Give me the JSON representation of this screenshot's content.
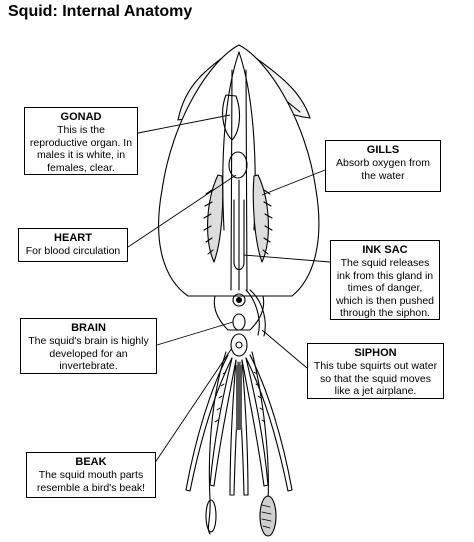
{
  "title": "Squid: Internal Anatomy",
  "labels": {
    "gonad": {
      "name": "GONAD",
      "description": "This is the reproductive organ. In males it is white, in females, clear."
    },
    "gills": {
      "name": "GILLS",
      "description": "Absorb oxygen from the water"
    },
    "heart": {
      "name": "HEART",
      "description": "For blood circulation"
    },
    "inksac": {
      "name": "INK SAC",
      "description": "The squid releases ink from this gland in times of danger, which is then pushed through the siphon."
    },
    "brain": {
      "name": "BRAIN",
      "description": "The squid's brain is highly developed for an invertebrate."
    },
    "siphon": {
      "name": "SIPHON",
      "description": "This tube squirts out water so that the squid moves like a jet airplane."
    },
    "beak": {
      "name": "BEAK",
      "description": "The squid mouth parts resemble a bird's beak!"
    }
  }
}
